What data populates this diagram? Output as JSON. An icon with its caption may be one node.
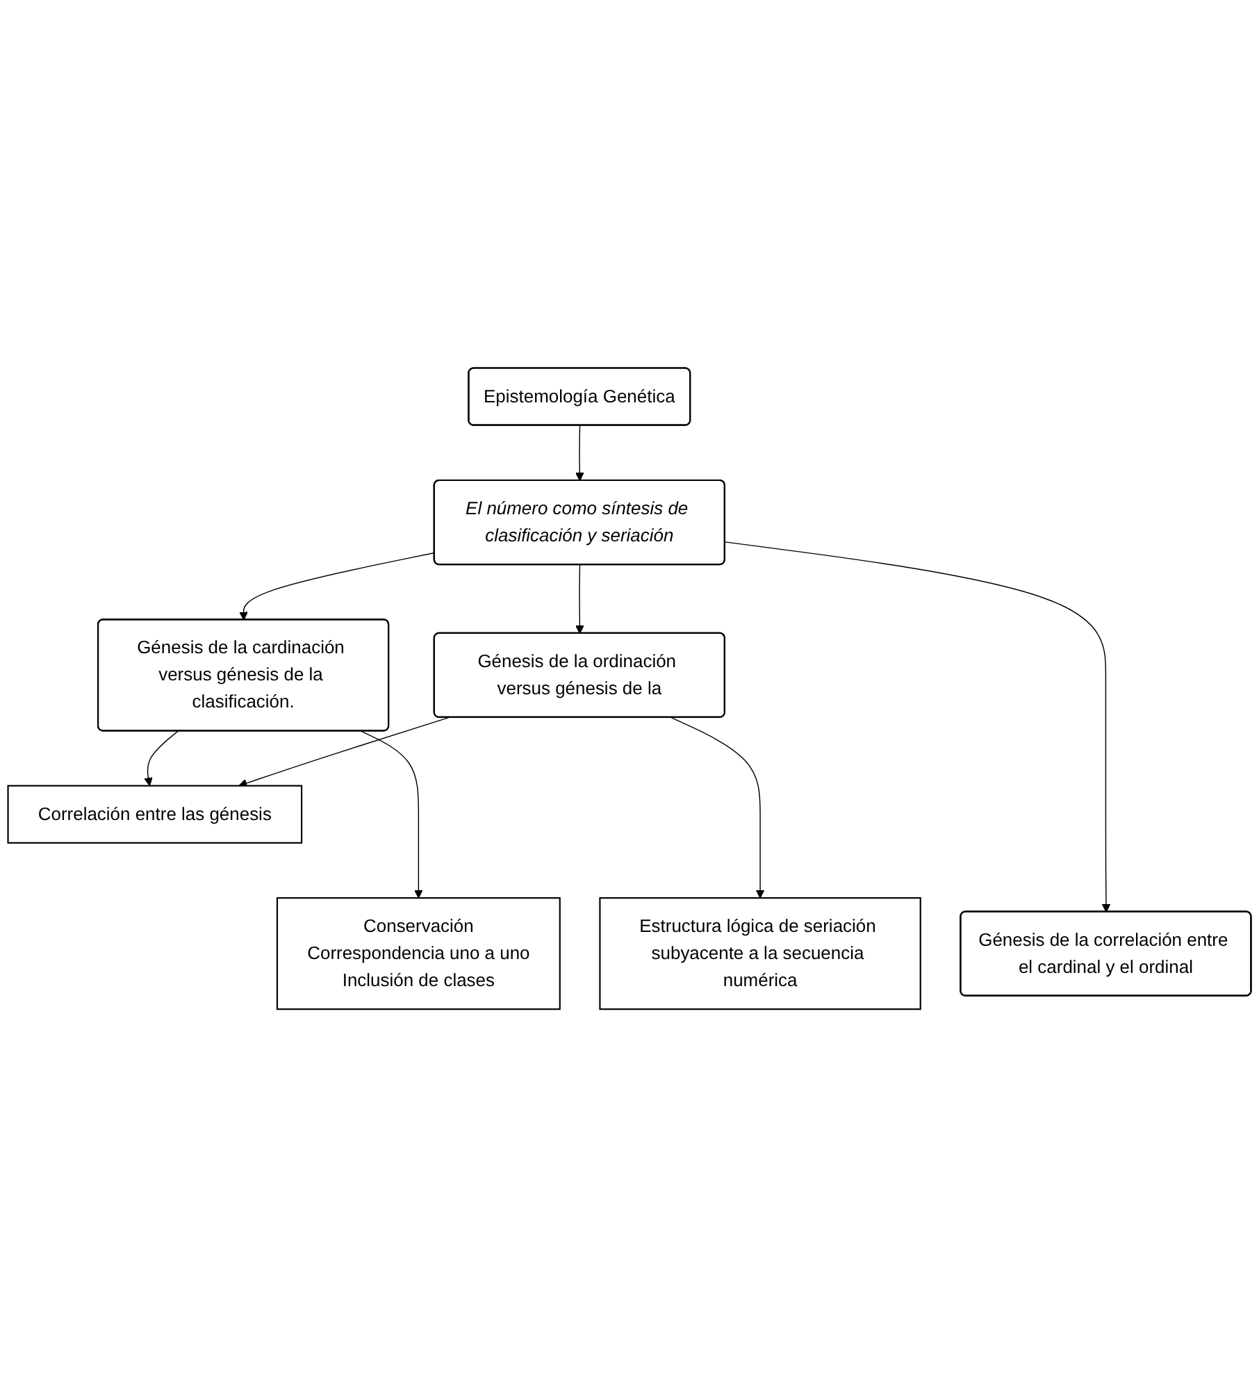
{
  "diagram": {
    "nodes": [
      {
        "text": [
          "Epistemología Genética"
        ]
      },
      {
        "text": [
          "El número como síntesis de clasificación y seriación"
        ]
      },
      {
        "text": [
          "Génesis de la cardinación versus génesis de la clasificación."
        ]
      },
      {
        "text": [
          "Génesis de la ordinación versus génesis de la"
        ]
      },
      {
        "text": [
          "Correlación entre las génesis"
        ]
      },
      {
        "text": [
          "Conservación",
          "Correspondencia uno a uno",
          "Inclusión de clases"
        ]
      },
      {
        "text": [
          "Estructura lógica de seriación subyacente a la secuencia numérica"
        ]
      },
      {
        "text": [
          "Génesis de la correlación entre el cardinal y el ordinal"
        ]
      }
    ],
    "edges": [
      {
        "from": 0,
        "to": 1,
        "arrow": "to"
      },
      {
        "from": 1,
        "to": 2,
        "arrow": "to"
      },
      {
        "from": 1,
        "to": 3,
        "arrow": "to"
      },
      {
        "from": 2,
        "to": 4,
        "arrow": "to"
      },
      {
        "from": 3,
        "to": 4,
        "arrow": "to"
      },
      {
        "from": 2,
        "to": 5,
        "arrow": "to"
      },
      {
        "from": 3,
        "to": 6,
        "arrow": "to"
      },
      {
        "from": 1,
        "to": 7,
        "arrow": "to"
      }
    ]
  }
}
